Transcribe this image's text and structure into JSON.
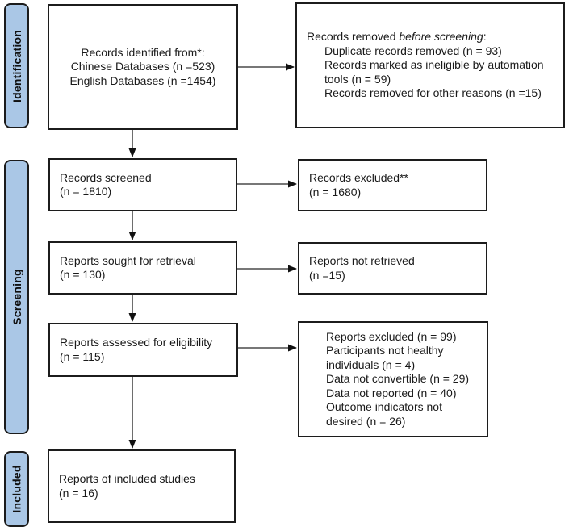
{
  "palette": {
    "sidebar_fill": "#aac7e6",
    "box_border": "#1c1c1c",
    "arrow_line": "#4a4a4a",
    "arrow_head": "#111111",
    "background": "#ffffff",
    "text": "#1a1a1a"
  },
  "sidebar": {
    "identification": "Identification",
    "screening": "Screening",
    "included": "Included"
  },
  "boxes": {
    "identified": {
      "lines": [
        "Records identified from*:",
        "Chinese Databases (n =523)",
        "English Databases (n =1454)"
      ]
    },
    "removed": {
      "title_prefix": "Records removed ",
      "title_italic": "before screening",
      "title_suffix": ":",
      "items": [
        "Duplicate records removed (n = 93)",
        "Records marked as ineligible by automation tools (n = 59)",
        "Records removed for other reasons (n =15)"
      ]
    },
    "screened": {
      "lines": [
        "Records screened",
        "(n = 1810)"
      ]
    },
    "records_excluded": {
      "lines": [
        "Records excluded**",
        "(n = 1680)"
      ]
    },
    "sought": {
      "lines": [
        "Reports sought for retrieval",
        "(n = 130)"
      ]
    },
    "not_retrieved": {
      "lines": [
        "Reports not retrieved",
        "(n =15)"
      ]
    },
    "assessed": {
      "lines": [
        "Reports assessed for eligibility",
        "(n = 115)"
      ]
    },
    "reports_excluded": {
      "lines": [
        "Reports excluded (n = 99)",
        "Participants not healthy individuals (n = 4)",
        "Data not convertible (n = 29)",
        "Data not reported (n = 40)",
        "Outcome indicators not desired (n = 26)"
      ]
    },
    "included_studies": {
      "lines": [
        "Reports of included studies",
        "(n = 16)"
      ]
    }
  }
}
